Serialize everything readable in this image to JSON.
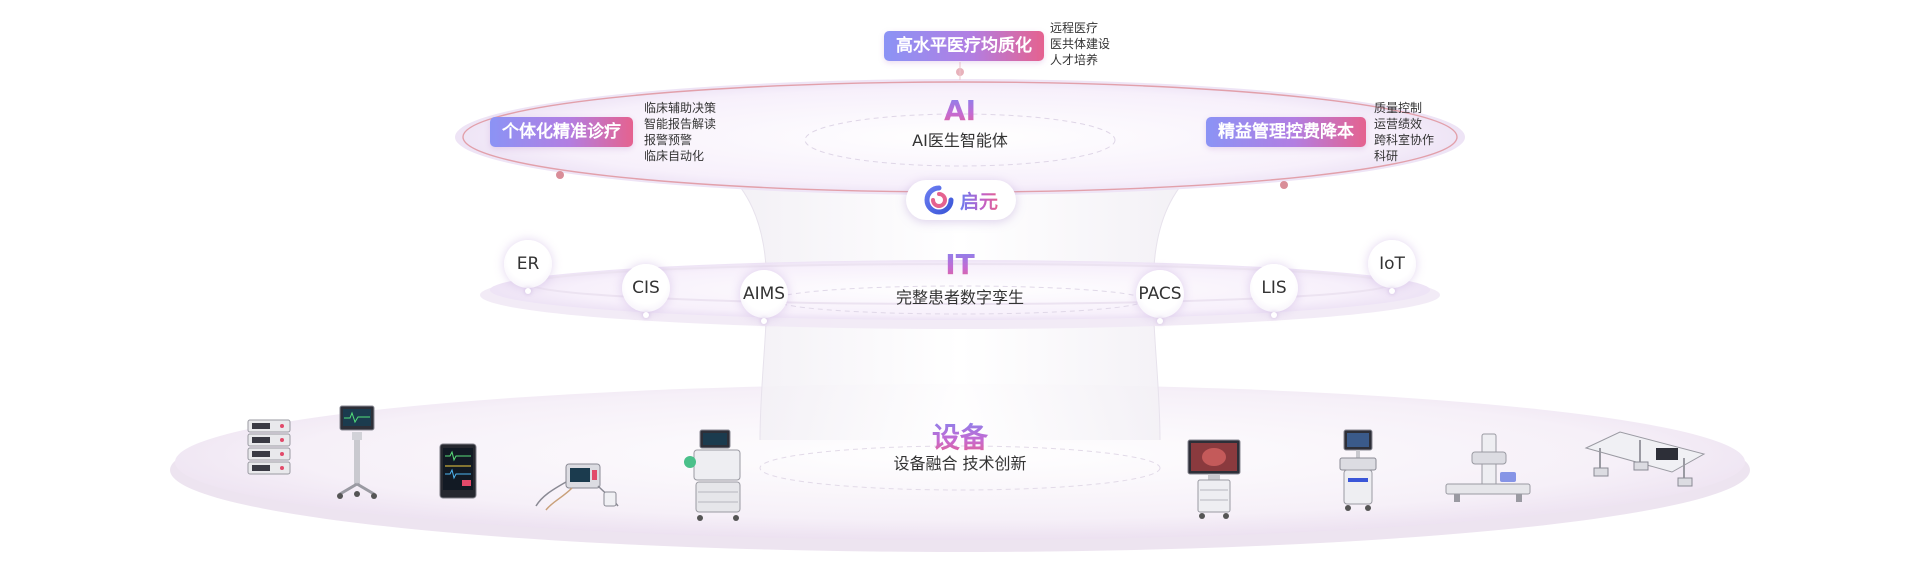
{
  "top_goal": {
    "label": "高水平医疗均质化",
    "items": [
      "远程医疗",
      "医共体建设",
      "人才培养"
    ]
  },
  "left_goal": {
    "label": "个体化精准诊疗",
    "items": [
      "临床辅助决策",
      "智能报告解读",
      "报警预警",
      "临床自动化"
    ]
  },
  "right_goal": {
    "label": "精益管理控费降本",
    "items": [
      "质量控制",
      "运营绩效",
      "跨科室协作",
      "科研"
    ]
  },
  "ai_layer": {
    "title": "AI",
    "subtitle": "AI医生智能体"
  },
  "brand": {
    "name": "启元",
    "icon": "qiyuan-logo-icon"
  },
  "it_layer": {
    "title": "IT",
    "subtitle": "完整患者数字孪生"
  },
  "it_systems": [
    "ER",
    "CIS",
    "AIMS",
    "PACS",
    "LIS",
    "IoT"
  ],
  "device_layer": {
    "title": "设备",
    "subtitle": "设备融合 技术创新"
  },
  "devices": [
    "patient-monitor-rack-icon",
    "monitor-on-cart-icon",
    "bedside-monitor-icon",
    "portable-monitor-with-cables-icon",
    "anesthesia-machine-icon",
    "endoscopy-tower-icon",
    "ultrasound-machine-icon",
    "x-ray-system-icon",
    "ceiling-pendant-system-icon"
  ],
  "colors": {
    "gradient_start": "#8b93f5",
    "gradient_mid": "#b27ee2",
    "gradient_end": "#e5628f",
    "ring_stroke": "#e2a0aa"
  }
}
